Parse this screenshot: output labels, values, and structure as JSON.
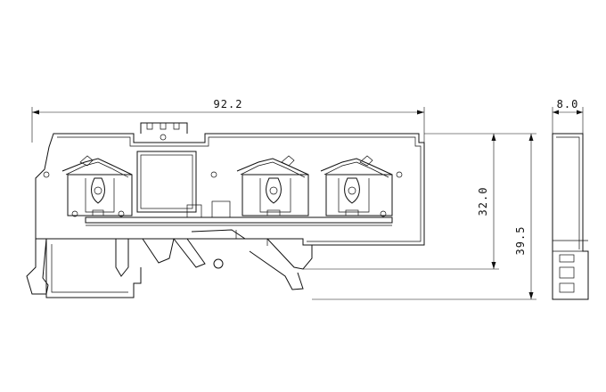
{
  "dimensions": {
    "overall_width": "92.2",
    "inner_height": "32.0",
    "overall_height": "39.5",
    "side_width": "8.0"
  }
}
